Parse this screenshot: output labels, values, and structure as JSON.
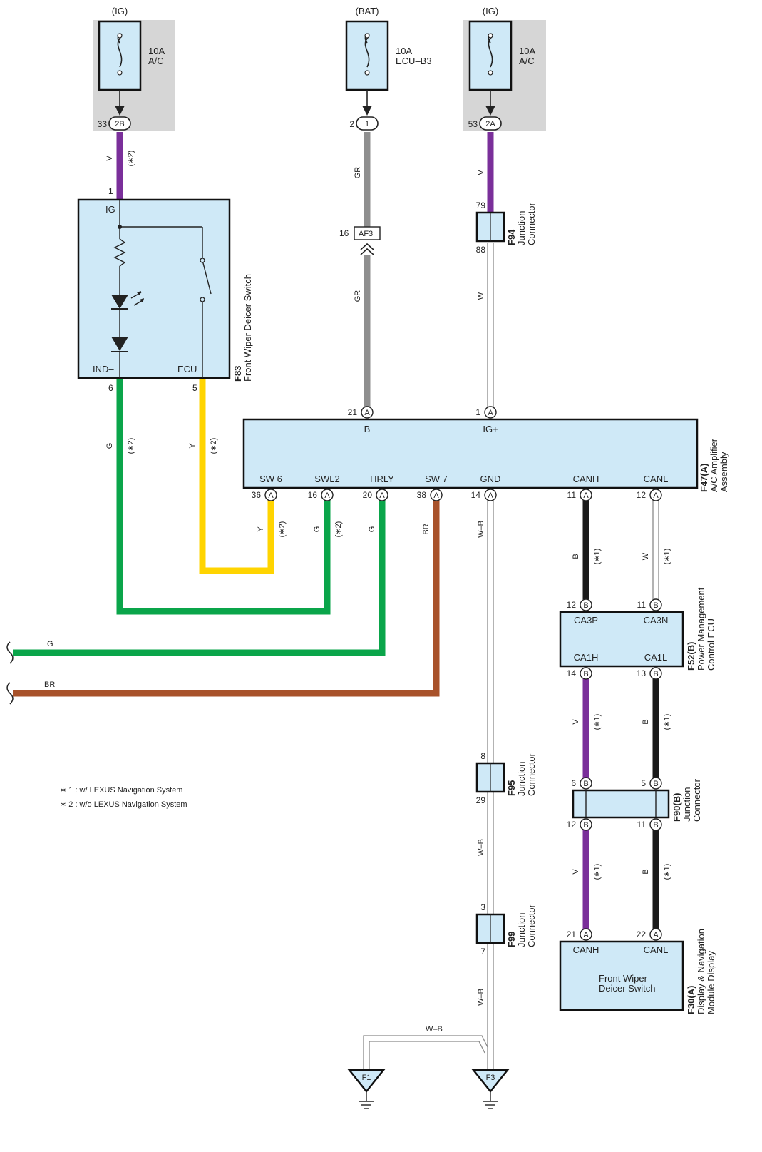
{
  "fuses": [
    {
      "source": "(IG)",
      "rating": "10A",
      "name": "A/C",
      "pin": "33",
      "conn": "2B"
    },
    {
      "source": "(BAT)",
      "rating": "10A",
      "name": "ECU–B3",
      "pin": "2",
      "conn": "1"
    },
    {
      "source": "(IG)",
      "rating": "10A",
      "name": "A/C",
      "pin": "53",
      "conn": "2A"
    }
  ],
  "wires": {
    "v": "V",
    "gr": "GR",
    "w": "W",
    "g": "G",
    "y": "Y",
    "br": "BR",
    "wb": "W–B",
    "b": "B",
    "note1": "(∗1)",
    "note2": "(∗2)"
  },
  "f83": {
    "code": "F83",
    "name": "Front Wiper Deicer Switch",
    "ig": "IG",
    "ind": "IND–",
    "ecu": "ECU",
    "pin_ig": "1",
    "pin_ind": "6",
    "pin_ecu": "5"
  },
  "af3": {
    "label": "AF3",
    "pin": "16"
  },
  "f94": {
    "code": "F94",
    "name1": "Junction",
    "name2": "Connector",
    "pin_top": "79",
    "pin_bot": "88"
  },
  "f47": {
    "code": "F47(A)",
    "name1": "A/C Amplifier",
    "name2": "Assembly",
    "conn": "A",
    "top": [
      {
        "pin": "21",
        "label": "B"
      },
      {
        "pin": "1",
        "label": "IG+"
      }
    ],
    "bottom": [
      {
        "pin": "36",
        "label": "SW 6"
      },
      {
        "pin": "16",
        "label": "SWL2"
      },
      {
        "pin": "20",
        "label": "HRLY"
      },
      {
        "pin": "38",
        "label": "SW 7"
      },
      {
        "pin": "14",
        "label": "GND"
      },
      {
        "pin": "11",
        "label": "CANH"
      },
      {
        "pin": "12",
        "label": "CANL"
      }
    ]
  },
  "f52": {
    "code": "F52(B)",
    "name1": "Power Management",
    "name2": "Control ECU",
    "conn": "B",
    "top": [
      {
        "pin": "12",
        "label": "CA3P"
      },
      {
        "pin": "11",
        "label": "CA3N"
      }
    ],
    "bottom": [
      {
        "pin": "14",
        "label": "CA1H"
      },
      {
        "pin": "13",
        "label": "CA1L"
      }
    ]
  },
  "f90": {
    "code": "F90(B)",
    "name1": "Junction",
    "name2": "Connector",
    "conn": "B",
    "top": [
      "6",
      "5"
    ],
    "bottom": [
      "12",
      "11"
    ]
  },
  "f95": {
    "code": "F95",
    "name1": "Junction",
    "name2": "Connector",
    "pin_top": "8",
    "pin_bot": "29"
  },
  "f99": {
    "code": "F99",
    "name1": "Junction",
    "name2": "Connector",
    "pin_top": "3",
    "pin_bot": "7"
  },
  "f30": {
    "code": "F30(A)",
    "name1": "Display & Navigation",
    "name2": "Module Display",
    "conn": "A",
    "top": [
      {
        "pin": "21",
        "label": "CANH"
      },
      {
        "pin": "22",
        "label": "CANL"
      }
    ],
    "inner1": "Front Wiper",
    "inner2": "Deicer Switch"
  },
  "grounds": [
    "F1",
    "F3"
  ],
  "legend": [
    "∗ 1 : w/ LEXUS Navigation System",
    "∗ 2 : w/o LEXUS Navigation System"
  ],
  "colors": {
    "violet": "#7a2f9a",
    "gray": "#8f8f8f",
    "green": "#0aa54a",
    "yellow": "#ffd400",
    "brown": "#a8522a",
    "black": "#1a1a1a",
    "box": "#cfe9f7",
    "fusebg": "#d6d6d6"
  }
}
